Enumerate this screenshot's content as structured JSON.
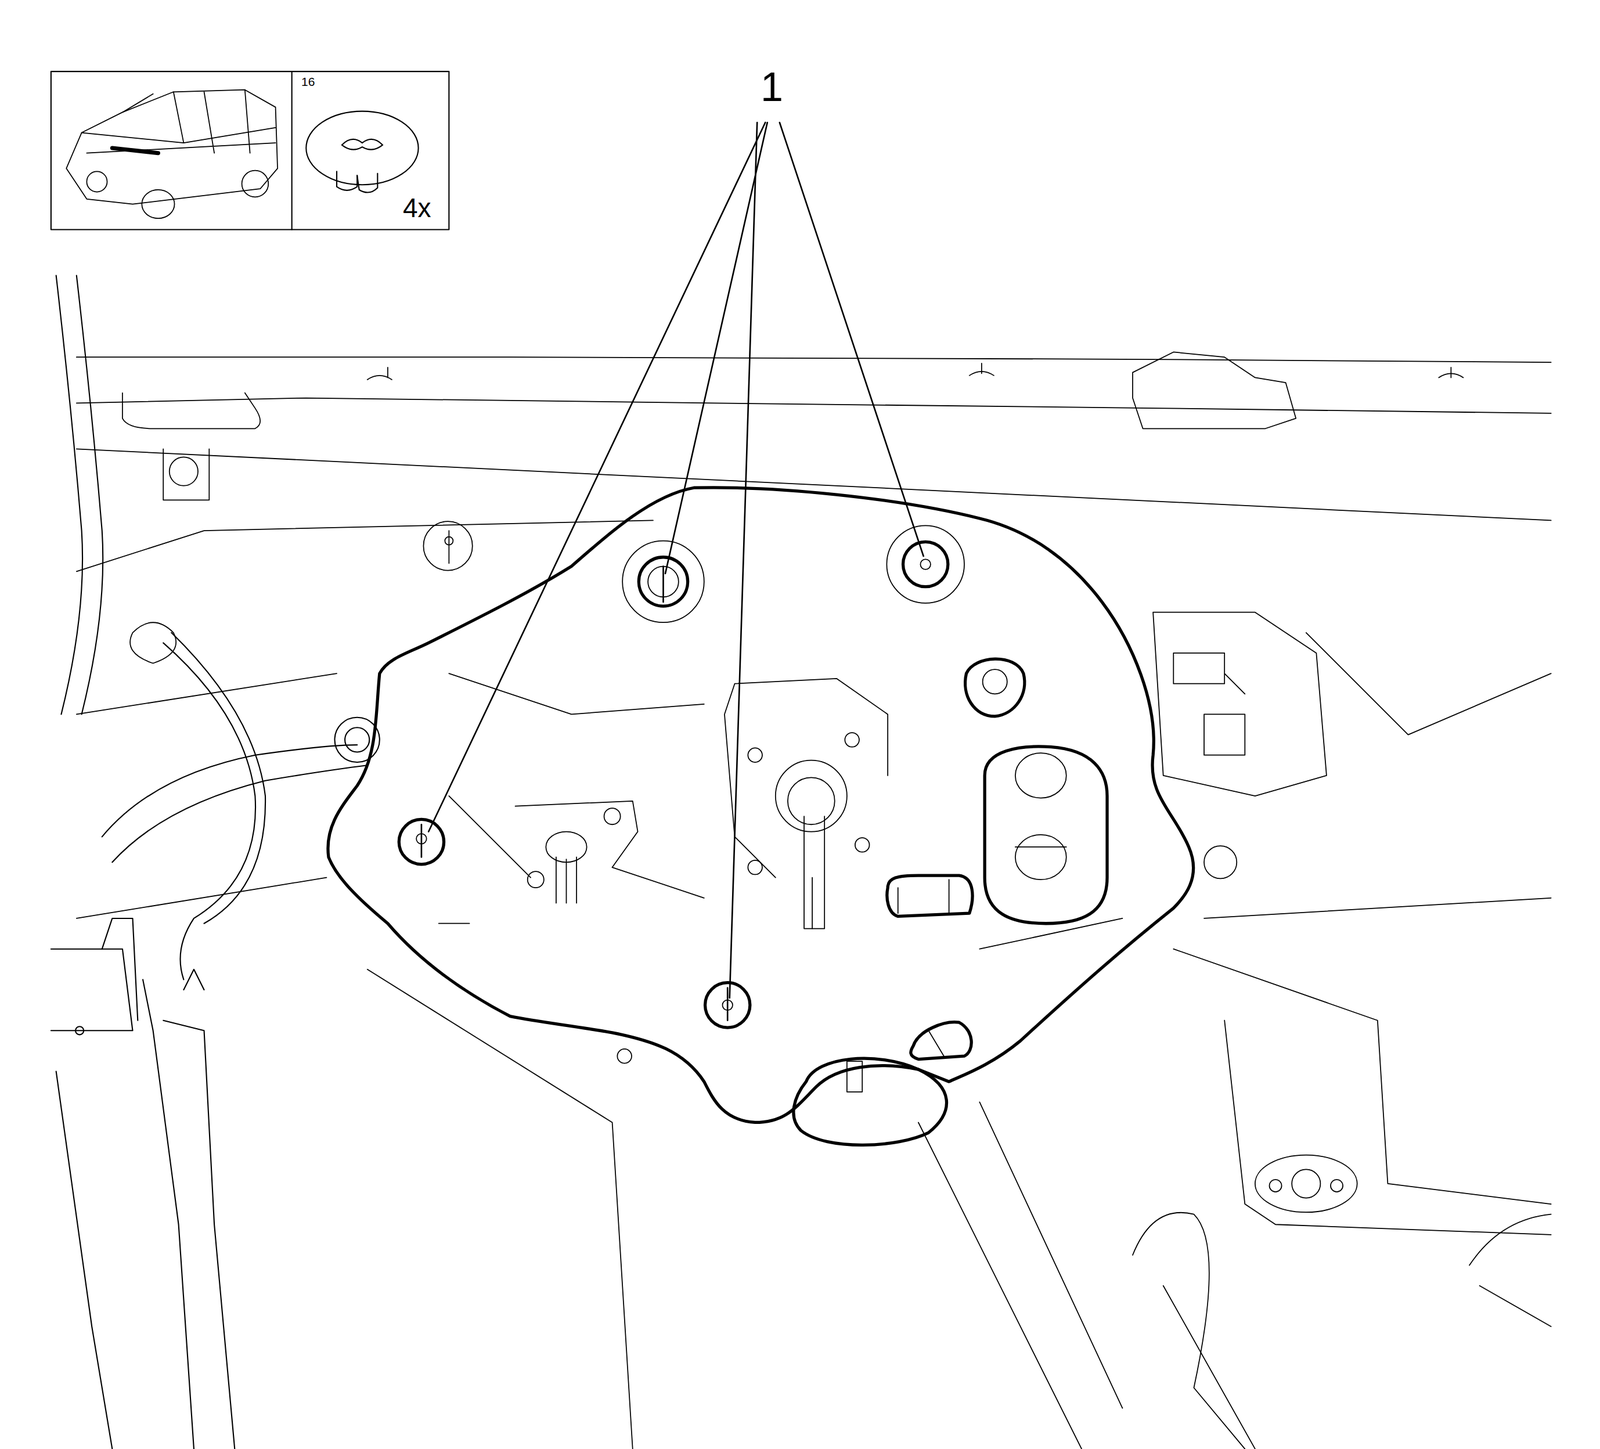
{
  "diagram": {
    "labels": [
      "16",
      "4x",
      "1"
    ]
  }
}
